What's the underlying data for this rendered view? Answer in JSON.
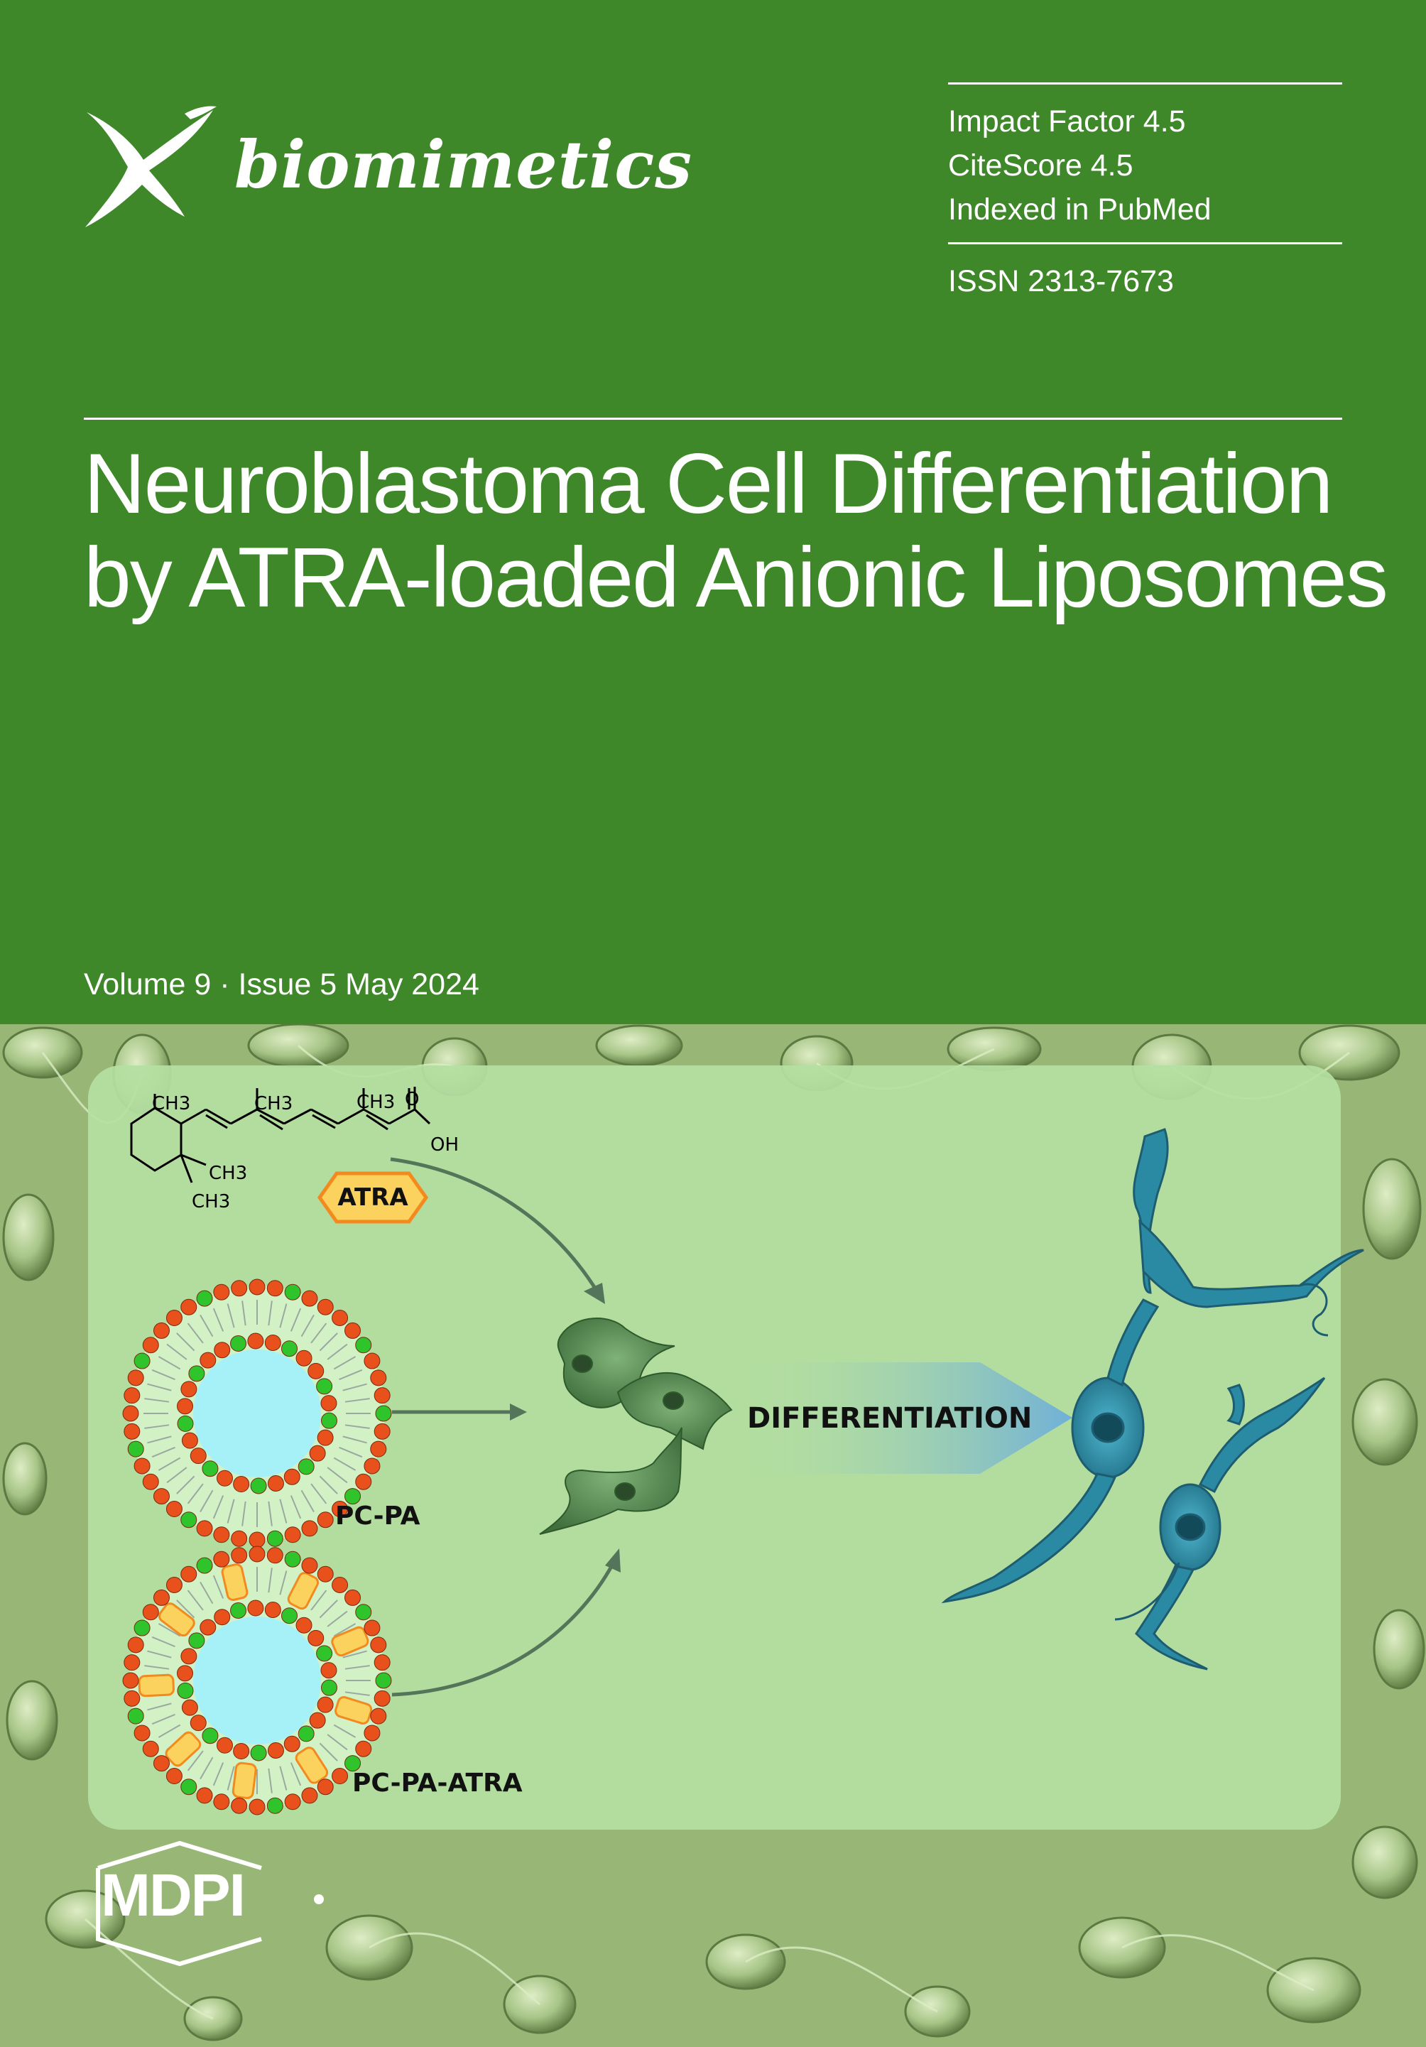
{
  "journal": {
    "name": "biomimetics",
    "publisher_logo": "MDPI"
  },
  "metrics": [
    {
      "label": "Impact Factor 4.5"
    },
    {
      "label": "CiteScore 4.5"
    },
    {
      "label": "Indexed in PubMed"
    }
  ],
  "issn": "ISSN 2313-7673",
  "title_lines": [
    "Neuroblastoma Cell Differentiation",
    "by ATRA-loaded Anionic Liposomes"
  ],
  "issue": "Volume 9 · Issue 5 May 2024",
  "figure": {
    "chem_labels": {
      "ch3_a": "CH3",
      "ch3_b": "CH3",
      "ch3_c": "CH3",
      "ch3_d": "CH3",
      "ch3_e": "CH3",
      "o": "O",
      "oh": "OH"
    },
    "atra_label": "ATRA",
    "liposome_1_label": "PC-PA",
    "liposome_2_label": "PC-PA-ATRA",
    "arrow_label": "DIFFERENTIATION"
  },
  "colors": {
    "green_header": "#3e882a",
    "panel_bg": "#b5e0a3",
    "neuron": "#2b8aa3",
    "lipid_red": "#e8501c",
    "lipid_green": "#2fc42b",
    "core": "#a6f0f7"
  }
}
